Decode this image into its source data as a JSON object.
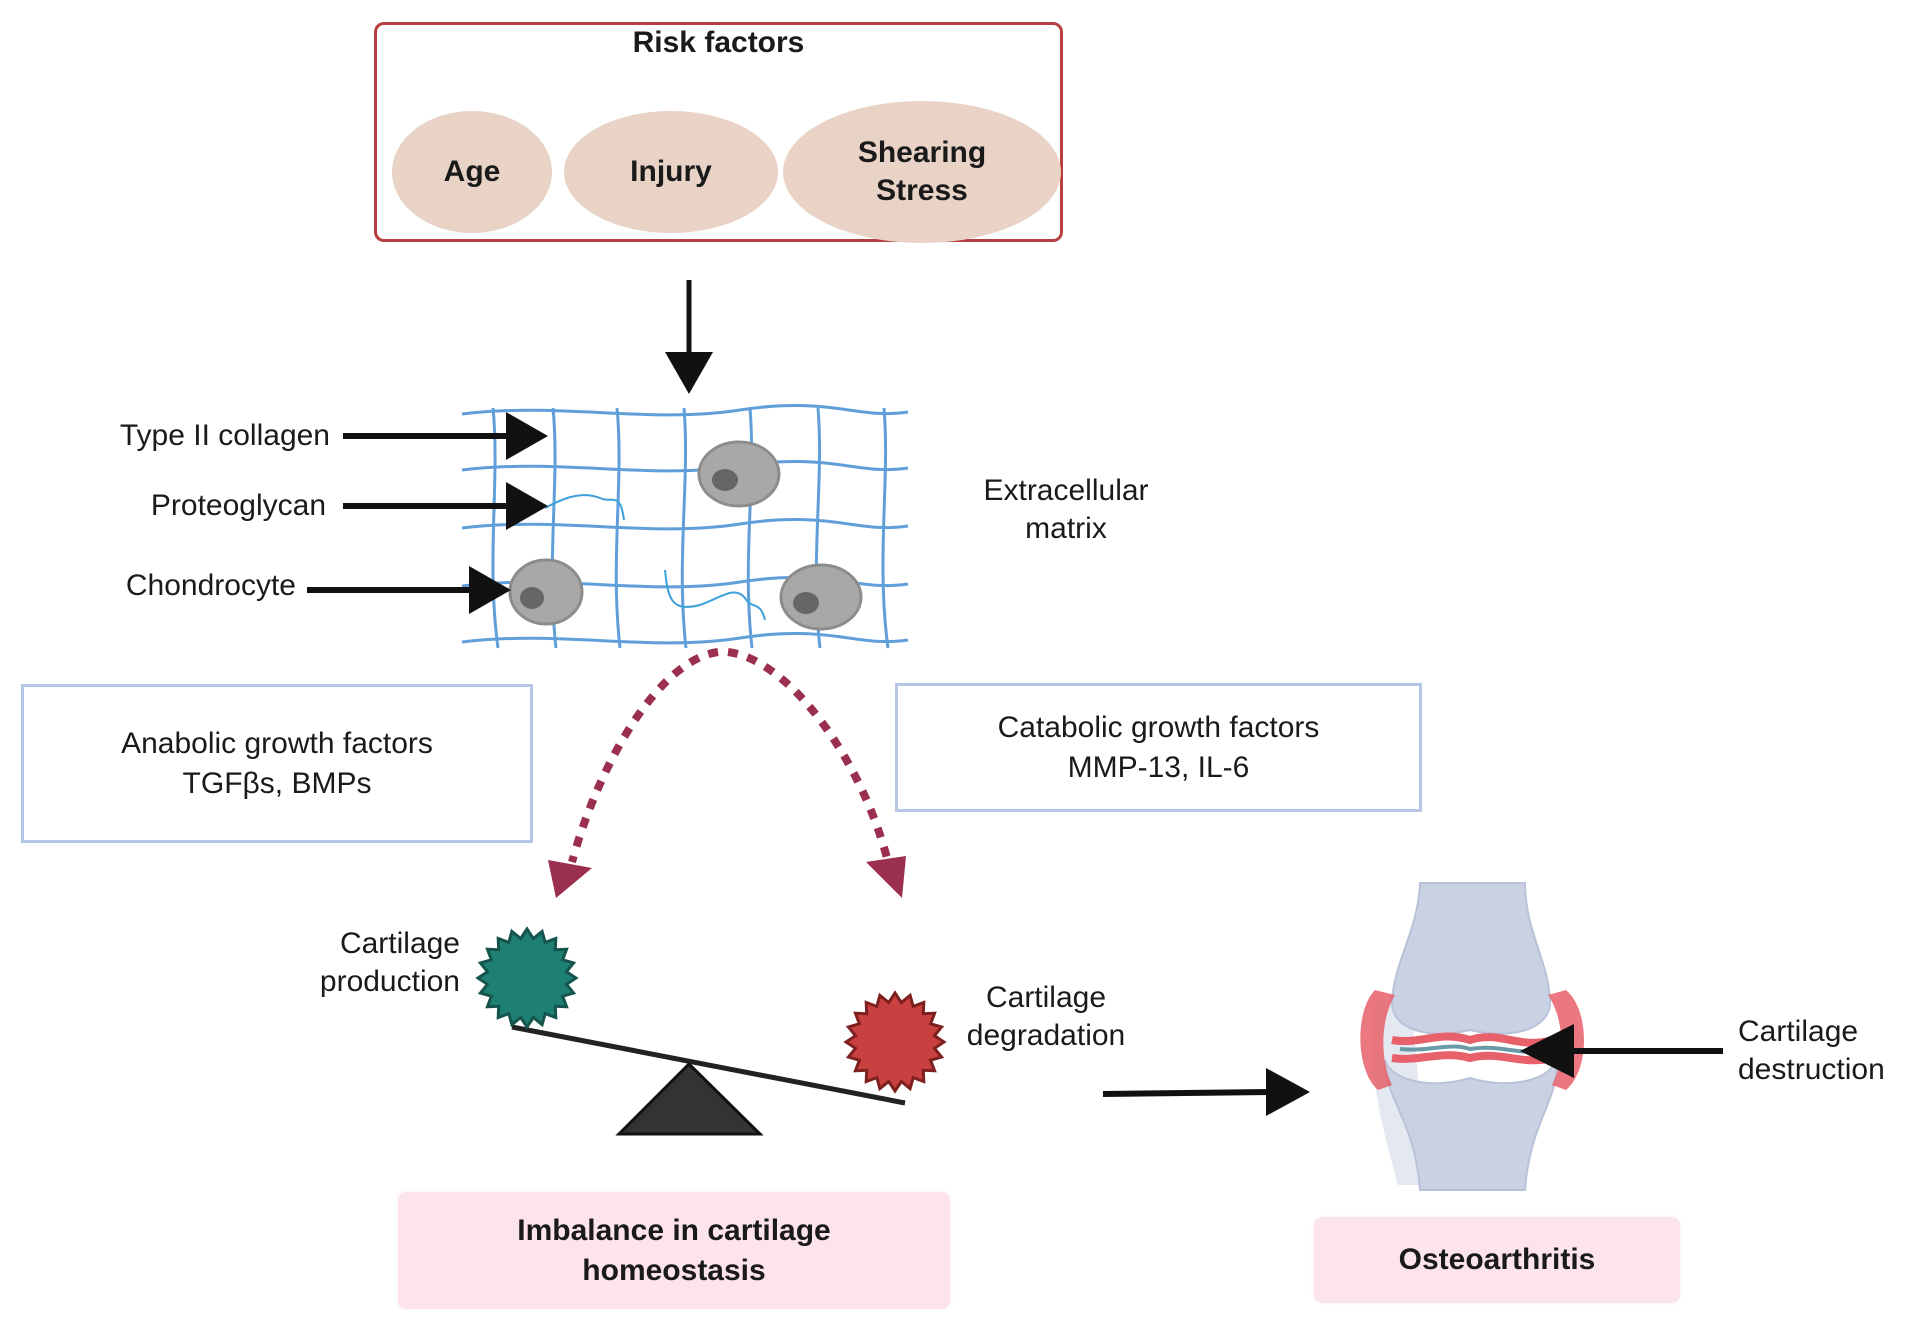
{
  "risk_factors": {
    "title": "Risk factors",
    "items": [
      {
        "line1": "Age",
        "line2": ""
      },
      {
        "line1": "Injury",
        "line2": ""
      },
      {
        "line1": "Shearing",
        "line2": "Stress"
      }
    ]
  },
  "matrix": {
    "labels": {
      "collagen": "Type II collagen",
      "proteoglycan": "Proteoglycan",
      "chondrocyte": "Chondrocyte"
    },
    "title_line1": "Extracellular",
    "title_line2": "matrix"
  },
  "anabolic": {
    "line1": "Anabolic growth factors",
    "line2": "TGFβs, BMPs"
  },
  "catabolic": {
    "line1": "Catabolic growth factors",
    "line2": "MMP-13, IL-6"
  },
  "balance": {
    "production_line1": "Cartilage",
    "production_line2": "production",
    "degradation_line1": "Cartilage",
    "degradation_line2": "degradation"
  },
  "imbalance": {
    "line1": "Imbalance in cartilage",
    "line2": "homeostasis"
  },
  "knee": {
    "label_line1": "Cartilage",
    "label_line2": "destruction"
  },
  "osteoarthritis": {
    "label": "Osteoarthritis"
  },
  "colors": {
    "risk_border": "#b5403f",
    "ellipse_fill": "#e8d3c6",
    "factor_border": "#b8c6e6",
    "dotted_arrow": "#9b2f4e",
    "production_star": "#1e7f73",
    "degradation_star": "#c94040",
    "outcome_fill": "#fde4ea",
    "collagen_grid": "#4f95d6",
    "cell_fill": "#a8a8a8",
    "cartilage_red": "#e8606a",
    "bone": "#c9d1e3"
  }
}
